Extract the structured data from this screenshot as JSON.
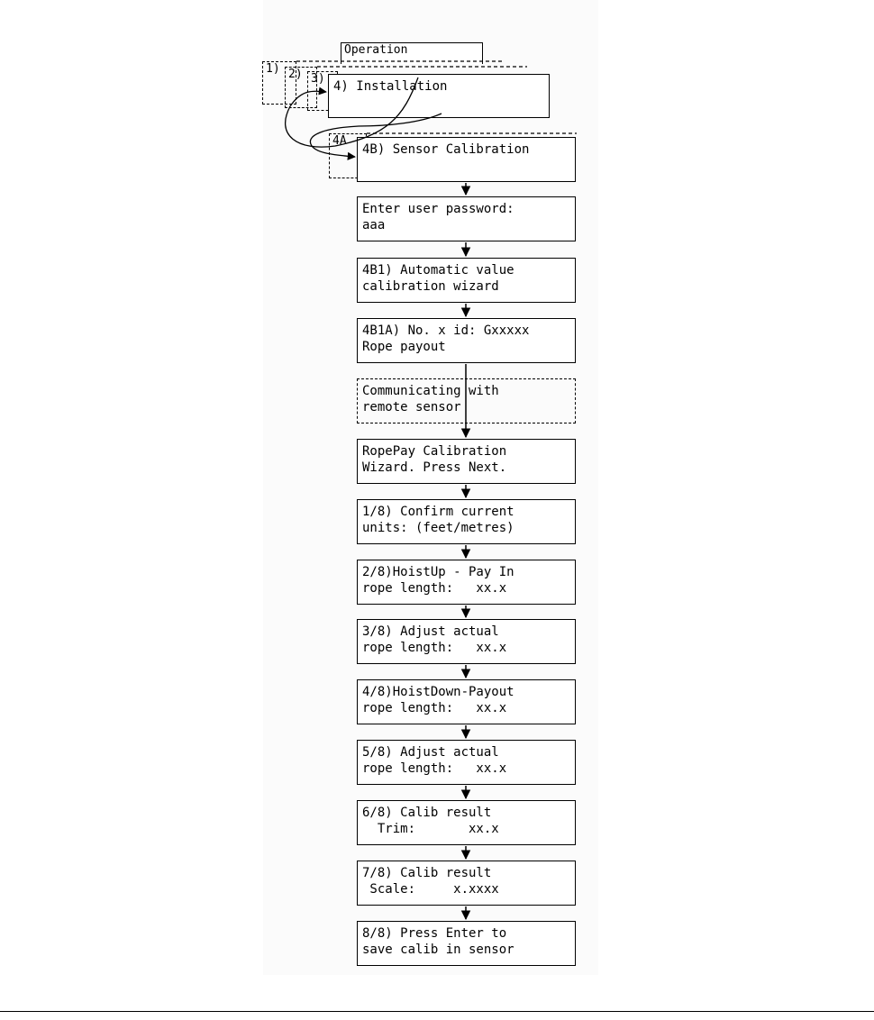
{
  "stack": {
    "operation": "Operation",
    "stub1": "1)",
    "stub2": "2)",
    "stub3": "3)",
    "installation": "4) Installation",
    "stub4a": "4A",
    "sensor_calibration": "4B) Sensor Calibration"
  },
  "steps": [
    {
      "line1": "Enter user password:",
      "line2": "aaa"
    },
    {
      "line1": "4B1) Automatic value",
      "line2": "calibration wizard"
    },
    {
      "line1": "4B1A) No. x id: Gxxxxx",
      "line2": "Rope payout"
    },
    {
      "line1": "Communicating with",
      "line2": "remote sensor"
    },
    {
      "line1": "RopePay Calibration",
      "line2": "Wizard. Press Next."
    },
    {
      "line1": "1/8) Confirm current",
      "line2": "units: (feet/metres)"
    },
    {
      "line1": "2/8)HoistUp - Pay In",
      "line2": "rope length:   xx.x"
    },
    {
      "line1": "3/8) Adjust actual",
      "line2": "rope length:   xx.x"
    },
    {
      "line1": "4/8)HoistDown-Payout",
      "line2": "rope length:   xx.x"
    },
    {
      "line1": "5/8) Adjust actual",
      "line2": "rope length:   xx.x"
    },
    {
      "line1": "6/8) Calib result",
      "line2": "  Trim:       xx.x"
    },
    {
      "line1": "7/8) Calib result",
      "line2": " Scale:     x.xxxx"
    },
    {
      "line1": "8/8) Press Enter to",
      "line2": "save calib in sensor"
    }
  ]
}
